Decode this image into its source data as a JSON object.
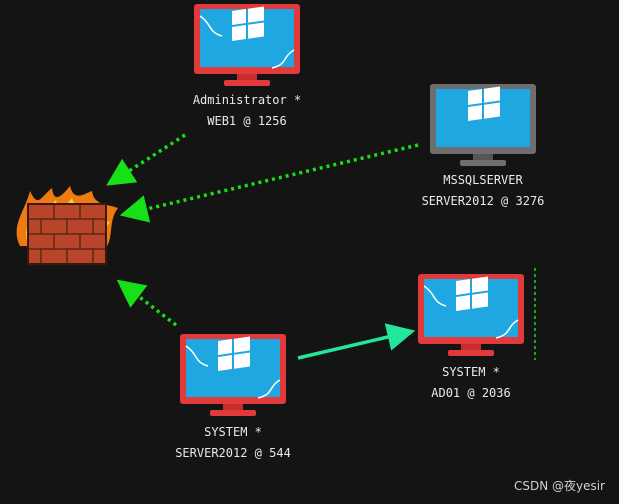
{
  "sessions": [
    {
      "user": "Administrator *",
      "host": "WEB1 @ 1256",
      "status": "elevated"
    },
    {
      "user": "MSSQLSERVER",
      "host": "SERVER2012 @ 3276",
      "status": "normal"
    },
    {
      "user": "SYSTEM *",
      "host": "AD01 @ 2036",
      "status": "elevated"
    },
    {
      "user": "SYSTEM *",
      "host": "SERVER2012 @ 544",
      "status": "elevated"
    }
  ],
  "firewall": {
    "icon": "firewall-icon"
  },
  "links": [
    {
      "from": "WEB1 @ 1256",
      "to": "firewall",
      "style": "dotted"
    },
    {
      "from": "SERVER2012 @ 3276",
      "to": "firewall",
      "style": "dotted"
    },
    {
      "from": "SERVER2012 @ 544",
      "to": "firewall",
      "style": "dotted"
    },
    {
      "from": "SERVER2012 @ 544",
      "to": "AD01 @ 2036",
      "style": "solid"
    }
  ],
  "colors": {
    "background": "#141414",
    "pivot_link": "#18e018",
    "active_link": "#22e69a",
    "elevated_frame": "#e23a3a",
    "normal_frame": "#6e6e6e",
    "screen": "#1ea7e1"
  },
  "watermark": "CSDN @夜yesir"
}
